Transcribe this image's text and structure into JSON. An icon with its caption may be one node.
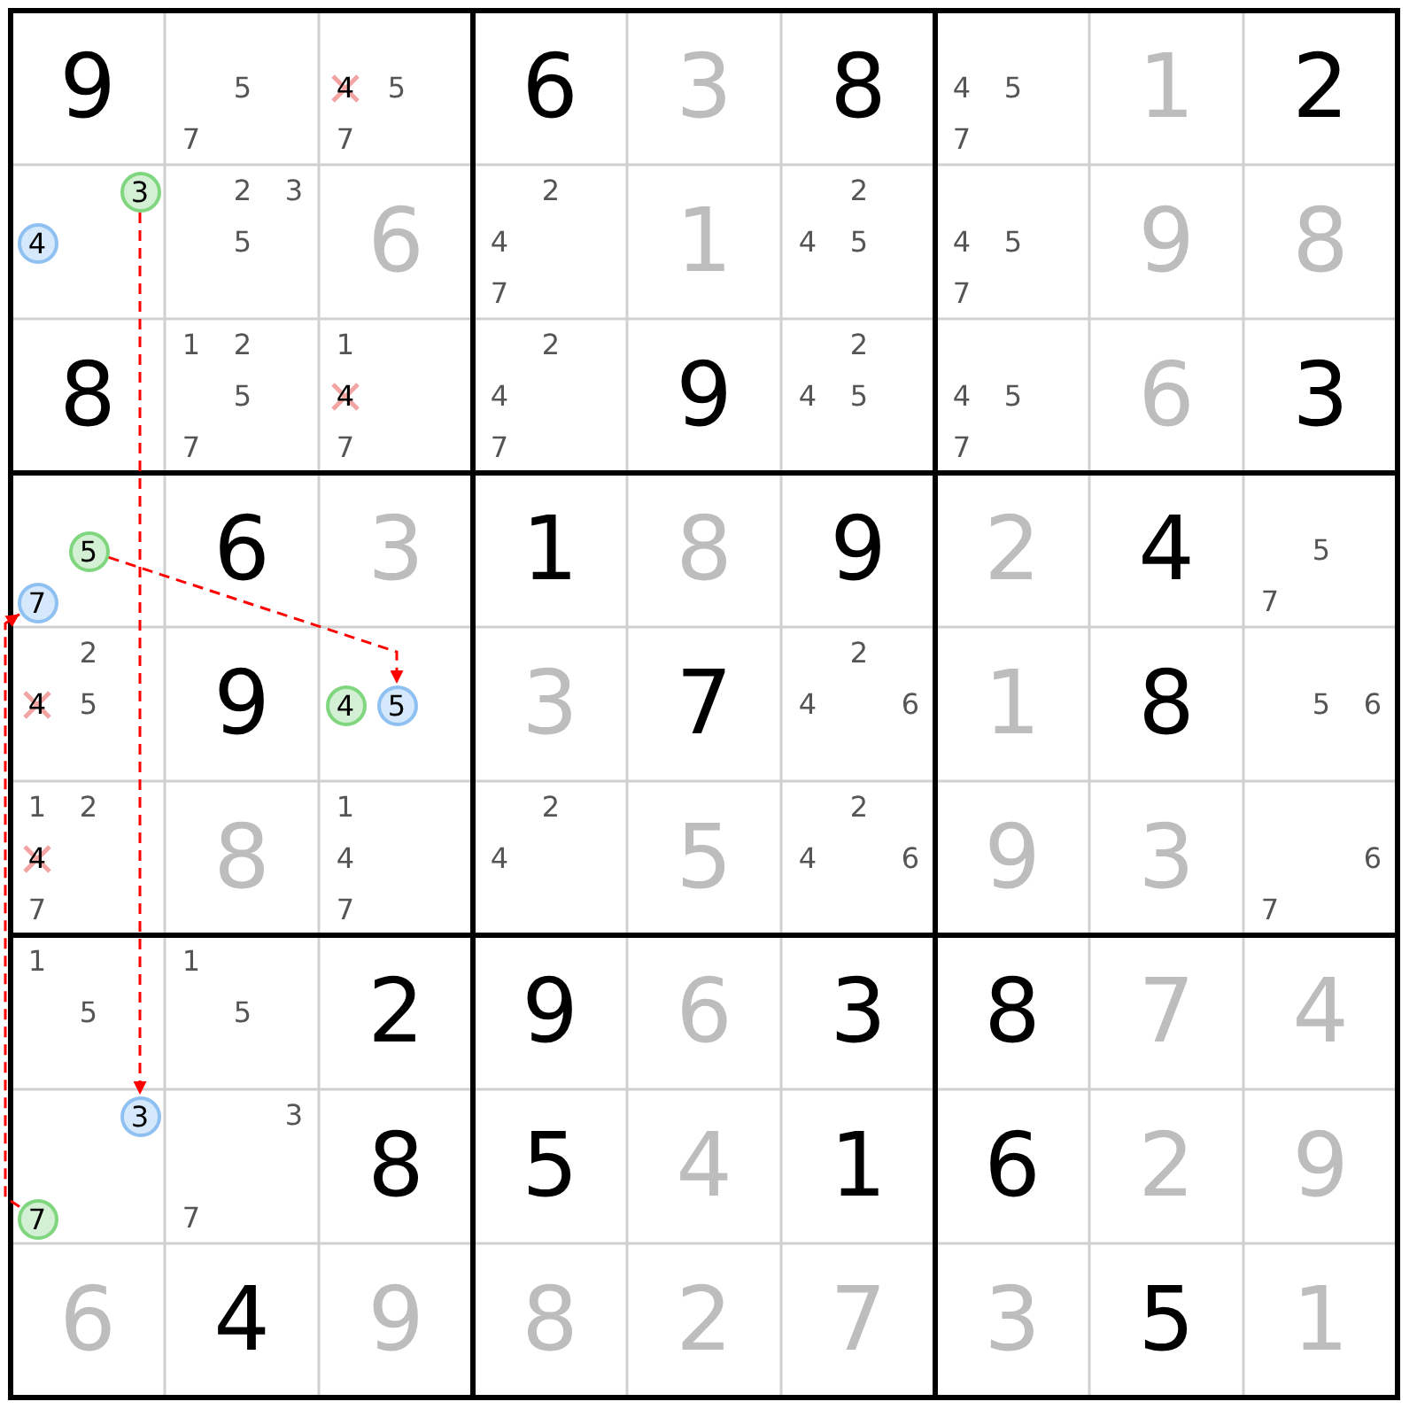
{
  "diagram": {
    "nodes": [
      {
        "text": [
          "3"
        ]
      },
      {
        "text": [
          "4"
        ]
      },
      {
        "text": [
          "5"
        ]
      },
      {
        "text": [
          "7"
        ]
      },
      {
        "text": [
          "4"
        ]
      },
      {
        "text": [
          "5"
        ]
      },
      {
        "text": [
          "3"
        ]
      },
      {
        "text": [
          "7"
        ]
      }
    ],
    "edges": [
      {
        "from": 0,
        "to": 6,
        "arrow": "to",
        "style": "dashed"
      },
      {
        "from": 7,
        "to": 3,
        "arrow": "to",
        "style": "dashed"
      },
      {
        "from": 2,
        "to": 5,
        "arrow": "to",
        "style": "dashed"
      }
    ],
    "labels": [
      "9",
      "5",
      "7",
      "4",
      "5",
      "7",
      "6",
      "3",
      "8",
      "4",
      "5",
      "7",
      "1",
      "2",
      "2",
      "3",
      "5",
      "6",
      "2",
      "4",
      "7",
      "1",
      "2",
      "4",
      "5",
      "4",
      "5",
      "7",
      "9",
      "8",
      "8",
      "1",
      "2",
      "5",
      "7",
      "1",
      "4",
      "7",
      "2",
      "4",
      "7",
      "9",
      "2",
      "4",
      "5",
      "4",
      "5",
      "7",
      "6",
      "3",
      "6",
      "3",
      "1",
      "8",
      "9",
      "2",
      "4",
      "5",
      "7",
      "2",
      "4",
      "5",
      "9",
      "3",
      "7",
      "2",
      "4",
      "6",
      "1",
      "8",
      "5",
      "6",
      "1",
      "2",
      "4",
      "7",
      "8",
      "1",
      "4",
      "7",
      "2",
      "4",
      "5",
      "2",
      "4",
      "6",
      "9",
      "3",
      "6",
      "7",
      "1",
      "5",
      "1",
      "5",
      "2",
      "9",
      "6",
      "3",
      "8",
      "7",
      "4",
      "3",
      "7",
      "8",
      "5",
      "4",
      "1",
      "6",
      "2",
      "9",
      "6",
      "4",
      "9",
      "8",
      "2",
      "7",
      "3",
      "5",
      "1"
    ]
  }
}
